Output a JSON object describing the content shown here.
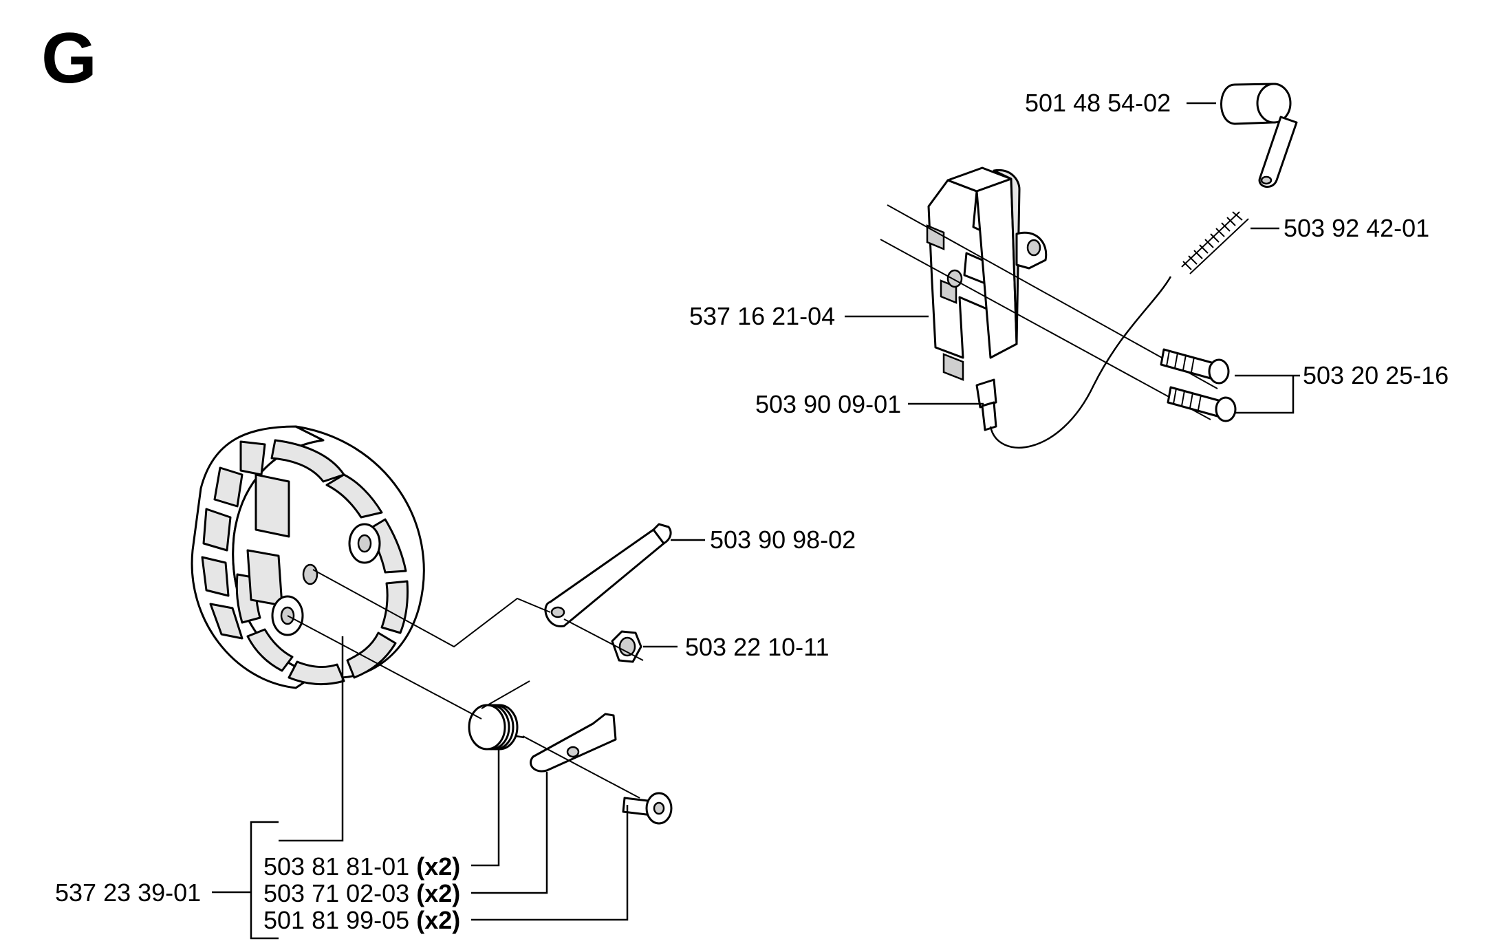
{
  "section": "G",
  "labels": {
    "ignition_cap": "501 48 54-02",
    "spark_spring": "503 92 42-01",
    "ignition_module": "537 16 21-04",
    "cable": "503 90 09-01",
    "module_screws": "503 20 25-16",
    "flywheel_key": "503 90 98-02",
    "flywheel_nut": "503 22 10-11",
    "flywheel_kit": "537 23 39-01",
    "pawl_spring": "503 81 81-01",
    "pawl": "503 71 02-03",
    "pawl_screw": "501 81 99-05"
  },
  "quantities": {
    "pawl_spring": "(x2)",
    "pawl": "(x2)",
    "pawl_screw": "(x2)"
  }
}
